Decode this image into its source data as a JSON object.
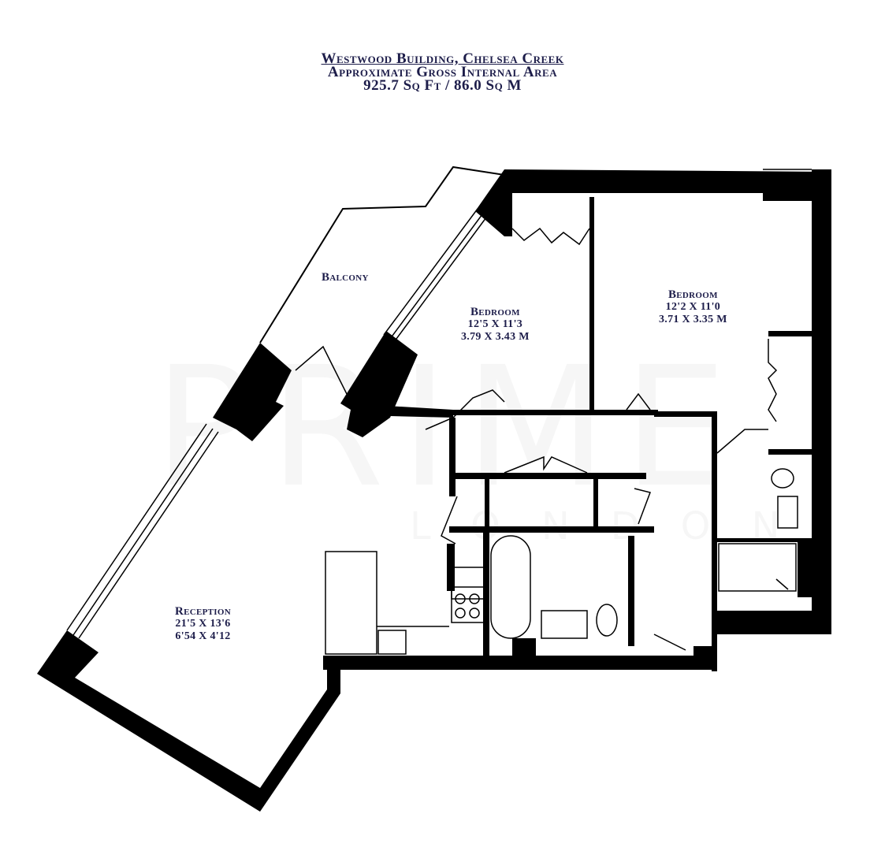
{
  "header": {
    "line1": "Westwood Building, Chelsea Creek",
    "line2": "Approximate Gross Internal Area",
    "line3": "925.7 Sq Ft / 86.0 Sq M"
  },
  "watermark": {
    "brand": "PRIME",
    "sub": "LONDON"
  },
  "rooms": [
    {
      "id": "balcony",
      "name": "Balcony",
      "imperial": "",
      "metric": ""
    },
    {
      "id": "bedroom-2",
      "name": "Bedroom",
      "imperial": "12'5 X 11'3",
      "metric": "3.79 X 3.43 M"
    },
    {
      "id": "bedroom-1",
      "name": "Bedroom",
      "imperial": "12'2 X 11'0",
      "metric": "3.71 X 3.35 M"
    },
    {
      "id": "reception",
      "name": "Reception",
      "imperial": "21'5 X 13'6",
      "metric": "6'54 X 4'12"
    }
  ],
  "colors": {
    "text": "#1d1d4a",
    "wall": "#000000",
    "background": "#ffffff"
  }
}
